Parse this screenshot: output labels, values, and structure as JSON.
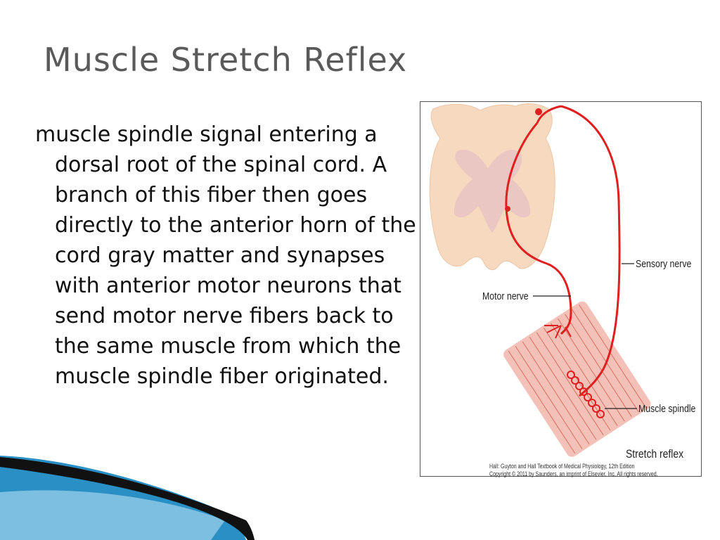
{
  "slide": {
    "title": "Muscle Stretch Reflex",
    "body": "muscle spindle signal entering a dorsal root of the spinal cord. A branch of this fiber then goes directly to the anterior horn of the cord gray matter and synapses with anterior motor neurons that send motor nerve fibers back to the same muscle from which the muscle spindle fiber originated."
  },
  "figure": {
    "labels": {
      "sensory_nerve": "Sensory nerve",
      "motor_nerve": "Motor nerve",
      "muscle_spindle": "Muscle spindle",
      "caption": "Stretch reflex"
    },
    "credit_line1": "Hall: Guyton and Hall Textbook of Medical Physiology, 12th Edition",
    "credit_line2": "Copyright © 2011 by Saunders, an imprint of Elsevier, Inc. All rights reserved."
  },
  "colors": {
    "title": "#5a5a5a",
    "nerve": "#e02020",
    "spinal_cord": "#f7d9bf",
    "muscle": "#e58a7a",
    "swoosh_blue": "#2a8fc4",
    "swoosh_dark": "#111111"
  }
}
